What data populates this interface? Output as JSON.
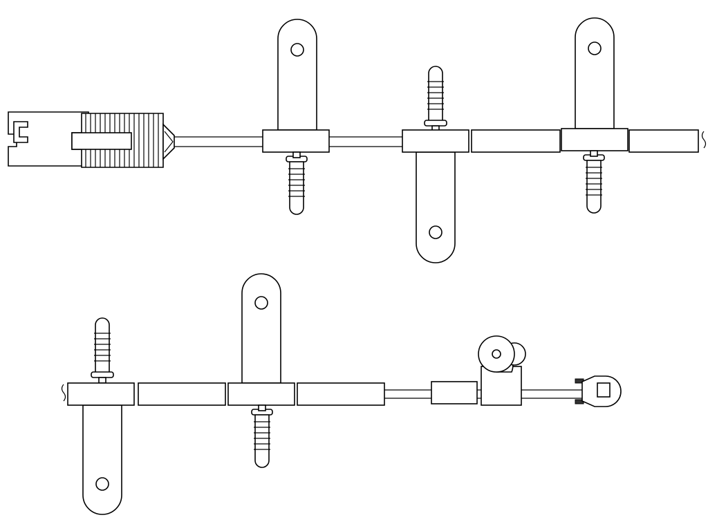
{
  "diagram": {
    "kind": "brake pad wear sensor cable line drawing",
    "colors": {
      "background": "#ffffff",
      "line": "#000000",
      "fill": "#ffffff",
      "dark": "#333333"
    },
    "upper_row": {
      "parts": [
        "connector-plug",
        "boot",
        "wire",
        "bracket-clip",
        "bracket-clip",
        "bracket-clip",
        "grommet-tube",
        "wire-break"
      ]
    },
    "lower_row": {
      "parts": [
        "wire-break",
        "bracket-clip",
        "grommet-tube",
        "bracket-clip",
        "grommet-tube",
        "grommet-tube",
        "roller-clip",
        "sensor-head"
      ]
    },
    "text_labels": []
  }
}
